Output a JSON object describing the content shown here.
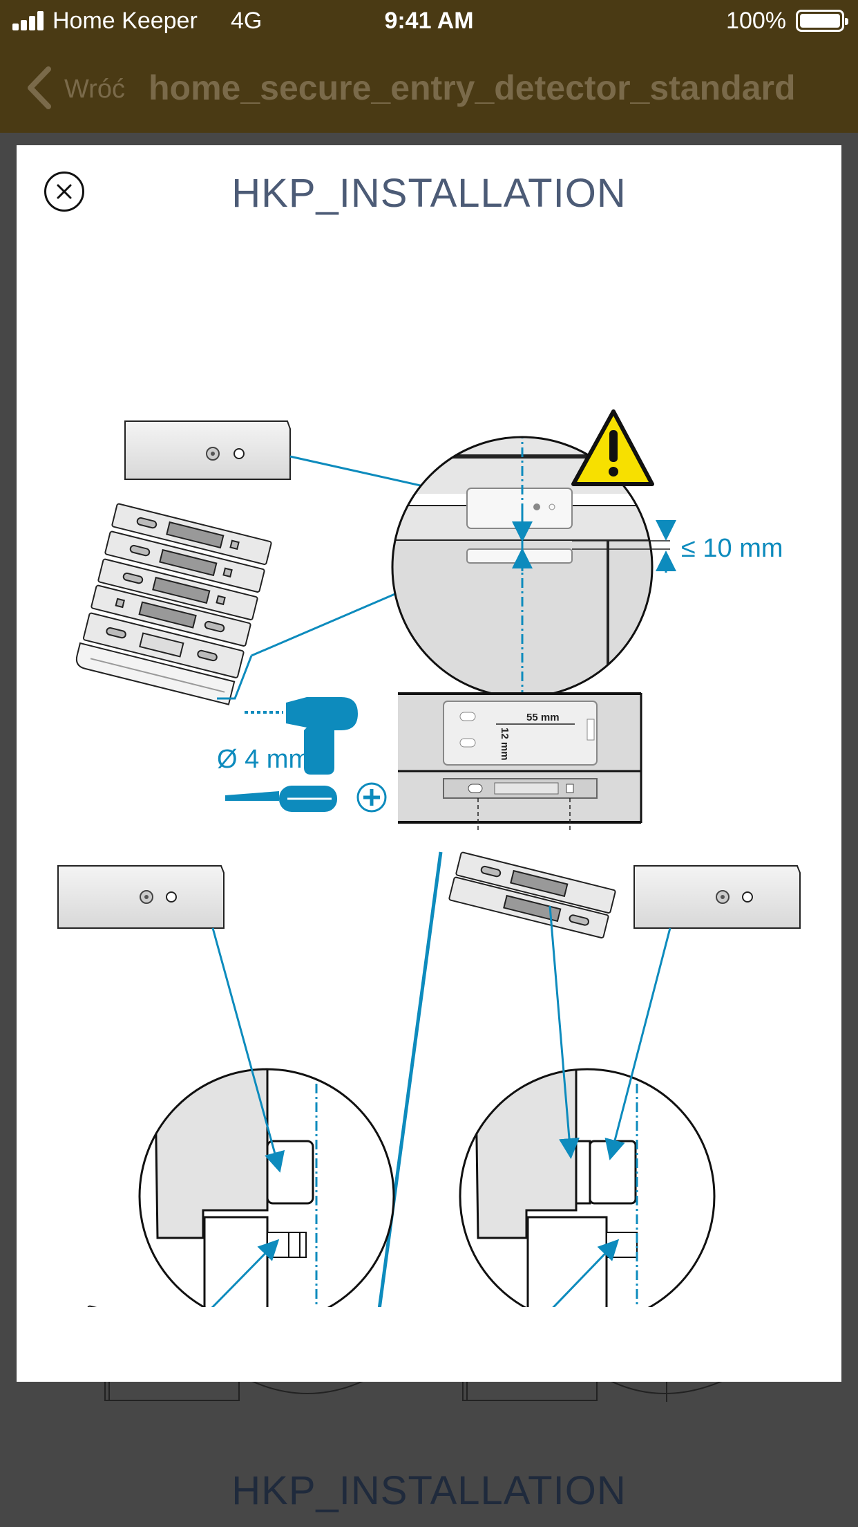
{
  "status_bar": {
    "carrier": "Home Keeper",
    "network": "4G",
    "time": "9:41 AM",
    "battery": "100%"
  },
  "nav_bar": {
    "back_label": "Wróć",
    "title": "home_secure_entry_detector_standard"
  },
  "modal": {
    "title": "HKP_INSTALLATION",
    "close_icon": "close-circle-icon",
    "illustration": {
      "gap_label": "≤ 10 mm",
      "drill_label": "Ø 4 mm",
      "width_label": "55 mm",
      "height_label": "12 mm",
      "icons": [
        "warning-icon",
        "drill-icon",
        "screwdriver-icon",
        "phillips-screw-icon"
      ]
    }
  },
  "background": {
    "title": "HKP_INSTALLATION"
  },
  "colors": {
    "bar_background": "#4a3a14",
    "accent_blue": "#0d8bbd",
    "title_text": "#4c5b76",
    "warning_yellow": "#f7e000"
  }
}
